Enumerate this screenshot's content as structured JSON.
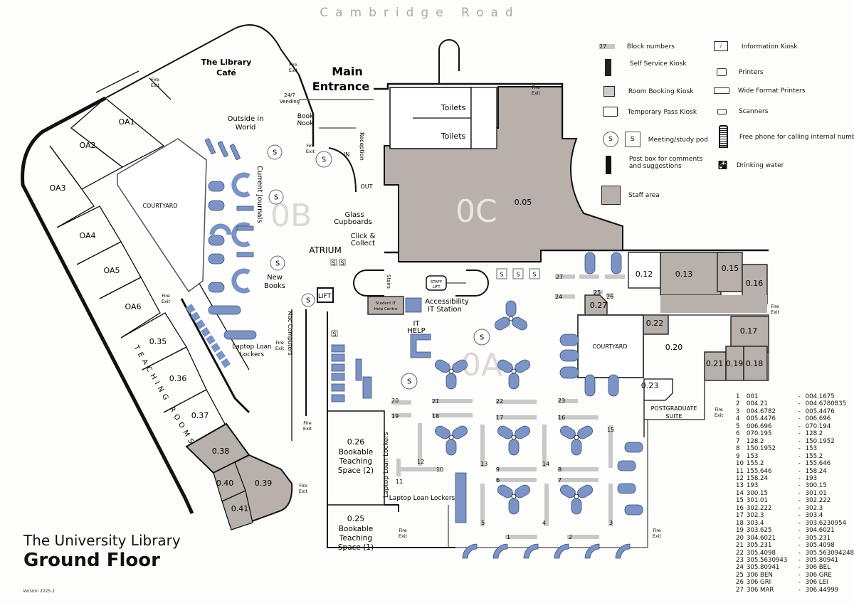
{
  "street": "Cambridge Road",
  "title": {
    "line1": "The University Library",
    "line2": "Ground Floor",
    "version": "Version 2025.2"
  },
  "colors": {
    "staff_area": "#b8b1ab",
    "furniture": "#7b93c5",
    "block": "#c8c8c8",
    "zone_label": "#dcd8d6",
    "wall": "#111111"
  },
  "zones": [
    {
      "id": "0A",
      "label": "0A"
    },
    {
      "id": "0B",
      "label": "0B"
    },
    {
      "id": "0C",
      "label": "0C"
    }
  ],
  "labels": {
    "main_entrance": "Main Entrance",
    "cafe": "The Library Café",
    "vending": "24/7 Vending",
    "book_nook": "Book Nook",
    "outside_in_world": "Outside in World",
    "reception": "Reception",
    "toilets": "Toilets",
    "current_journals": "Current Journals",
    "glass_cupboards": "Glass Cupboards",
    "click_collect": "Click & Collect",
    "atrium": "ATRIUM",
    "new_books": "New Books",
    "lift": "LIFT",
    "staff_lift": "STAFF LIFT",
    "stairs": "Stairs",
    "student_it": "Student IT Help Centre",
    "accessibility": "Accessibility IT Station",
    "it_help": "IT HELP",
    "mac_computers": "Mac Computers",
    "laptop_lockers": "Laptop Loan Lockers",
    "teaching_rooms": "TEACHING ROOMS",
    "courtyard": "COURTYARD",
    "postgrad": "POSTGRADUATE SUITE",
    "in": "IN",
    "out": "OUT",
    "fire_exit": "Fire Exit",
    "pod": "S"
  },
  "rooms": [
    {
      "id": "OA1",
      "label": "OA1",
      "staff": false
    },
    {
      "id": "OA2",
      "label": "OA2",
      "staff": false
    },
    {
      "id": "OA3",
      "label": "OA3",
      "staff": false
    },
    {
      "id": "OA4",
      "label": "OA4",
      "staff": false
    },
    {
      "id": "OA5",
      "label": "OA5",
      "staff": false
    },
    {
      "id": "OA6",
      "label": "OA6",
      "staff": false
    },
    {
      "id": "0.35",
      "label": "0.35",
      "staff": false
    },
    {
      "id": "0.36",
      "label": "0.36",
      "staff": false
    },
    {
      "id": "0.37",
      "label": "0.37",
      "staff": false
    },
    {
      "id": "0.38",
      "label": "0.38",
      "staff": true
    },
    {
      "id": "0.39",
      "label": "0.39",
      "staff": true
    },
    {
      "id": "0.40",
      "label": "0.40",
      "staff": true
    },
    {
      "id": "0.41",
      "label": "0.41",
      "staff": true
    },
    {
      "id": "0.05",
      "label": "0.05",
      "staff": true
    },
    {
      "id": "0.12",
      "label": "0.12",
      "staff": false
    },
    {
      "id": "0.13",
      "label": "0.13",
      "staff": true
    },
    {
      "id": "0.15",
      "label": "0.15",
      "staff": true
    },
    {
      "id": "0.16",
      "label": "0.16",
      "staff": true
    },
    {
      "id": "0.17",
      "label": "0.17",
      "staff": true
    },
    {
      "id": "0.18",
      "label": "0.18",
      "staff": true
    },
    {
      "id": "0.19",
      "label": "0.19",
      "staff": true
    },
    {
      "id": "0.20",
      "label": "0.20",
      "staff": false
    },
    {
      "id": "0.21",
      "label": "0.21",
      "staff": true
    },
    {
      "id": "0.22",
      "label": "0.22",
      "staff": true
    },
    {
      "id": "0.23",
      "label": "0.23",
      "staff": false
    },
    {
      "id": "0.27",
      "label": "0.27",
      "staff": true
    },
    {
      "id": "0.25",
      "label": "0.25",
      "sub": "Bookable Teaching Space (1)",
      "staff": false
    },
    {
      "id": "0.26",
      "label": "0.26",
      "sub": "Bookable Teaching Space (2)",
      "staff": false
    }
  ],
  "legend": [
    {
      "icon": "block-number-icon",
      "sample": "27",
      "label": "Block numbers"
    },
    {
      "icon": "self-service-kiosk-icon",
      "label": "Self Service Kiosk"
    },
    {
      "icon": "room-booking-kiosk-icon",
      "label": "Room Booking Kiosk"
    },
    {
      "icon": "temporary-pass-kiosk-icon",
      "label": "Temporary Pass Kiosk"
    },
    {
      "icon": "meeting-pod-icon",
      "sample": "S",
      "label": "Meeting/study pod"
    },
    {
      "icon": "post-box-icon",
      "label": "Post box for comments and suggestions"
    },
    {
      "icon": "staff-area-icon",
      "label": "Staff area"
    },
    {
      "icon": "information-kiosk-icon",
      "label": "Information Kiosk"
    },
    {
      "icon": "printer-icon",
      "label": "Printers"
    },
    {
      "icon": "wide-format-printer-icon",
      "label": "Wide Format Printers"
    },
    {
      "icon": "scanner-icon",
      "label": "Scanners"
    },
    {
      "icon": "phone-icon",
      "label": "Free phone for calling internal numbers"
    },
    {
      "icon": "drinking-water-icon",
      "label": "Drinking water"
    }
  ],
  "call_numbers": [
    {
      "block": "1",
      "from": "001",
      "to": "004.1675"
    },
    {
      "block": "2",
      "from": "004.21",
      "to": "004.6780835"
    },
    {
      "block": "3",
      "from": "004.6782",
      "to": "005.4476"
    },
    {
      "block": "4",
      "from": "005.4476",
      "to": "006.696"
    },
    {
      "block": "5",
      "from": "006.696",
      "to": "070.194"
    },
    {
      "block": "6",
      "from": "070.195",
      "to": "128.2"
    },
    {
      "block": "7",
      "from": "128.2",
      "to": "150.1952"
    },
    {
      "block": "8",
      "from": "150.1952",
      "to": "153"
    },
    {
      "block": "9",
      "from": "153",
      "to": "155.2"
    },
    {
      "block": "10",
      "from": "155.2",
      "to": "155.646"
    },
    {
      "block": "11",
      "from": "155.646",
      "to": "158.24"
    },
    {
      "block": "12",
      "from": "158.24",
      "to": "193"
    },
    {
      "block": "13",
      "from": "193",
      "to": "300.15"
    },
    {
      "block": "14",
      "from": "300.15",
      "to": "301.01"
    },
    {
      "block": "15",
      "from": "301.01",
      "to": "302.222"
    },
    {
      "block": "16",
      "from": "302.222",
      "to": "302.3"
    },
    {
      "block": "17",
      "from": "302.3",
      "to": "303.4"
    },
    {
      "block": "18",
      "from": "303.4",
      "to": "303.6230954"
    },
    {
      "block": "19",
      "from": "303.625",
      "to": "304.6021"
    },
    {
      "block": "20",
      "from": "304.6021",
      "to": "305.231"
    },
    {
      "block": "21",
      "from": "305.231",
      "to": "305.4098"
    },
    {
      "block": "22",
      "from": "305.4098",
      "to": "305.563094248"
    },
    {
      "block": "23",
      "from": "305.5630943",
      "to": "305.80941"
    },
    {
      "block": "24",
      "from": "305.80941",
      "to": "306 BEL"
    },
    {
      "block": "25",
      "from": "306 BEN",
      "to": "306 GRE"
    },
    {
      "block": "26",
      "from": "306 GRI",
      "to": "306 LEI"
    },
    {
      "block": "27",
      "from": "306 MAR",
      "to": "306.44999"
    }
  ],
  "range_dash": "-"
}
